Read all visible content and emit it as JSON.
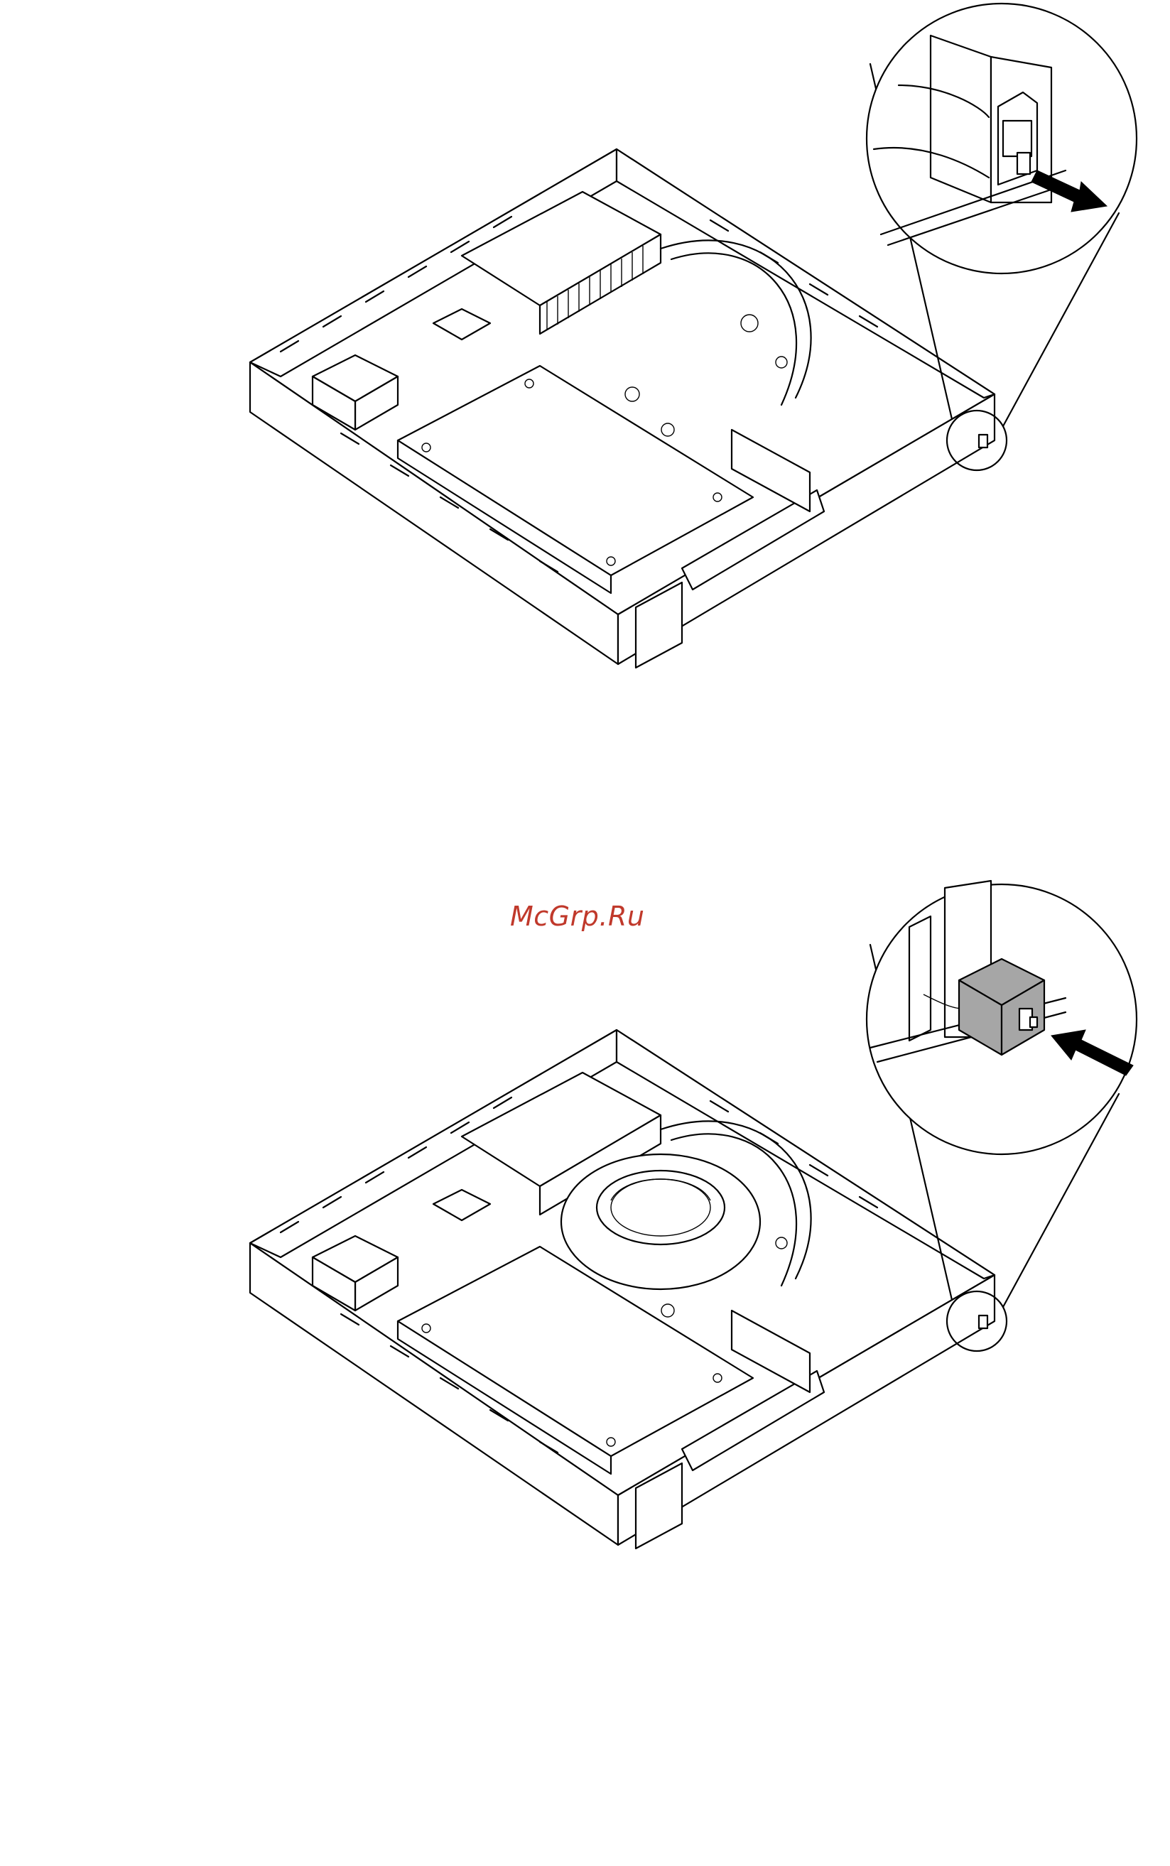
{
  "watermark": {
    "text": "McGrp.Ru",
    "color": "#c0392b"
  },
  "figures": [
    {
      "name": "remove-power-switch",
      "arrow_direction": "outward",
      "switch_fill": "#ffffff"
    },
    {
      "name": "install-power-switch",
      "arrow_direction": "inward",
      "switch_fill": "#a6a6a6"
    }
  ],
  "icons": [
    "computer-chassis-illustration",
    "magnified-callout",
    "arrow-icon",
    "fan-icon"
  ]
}
